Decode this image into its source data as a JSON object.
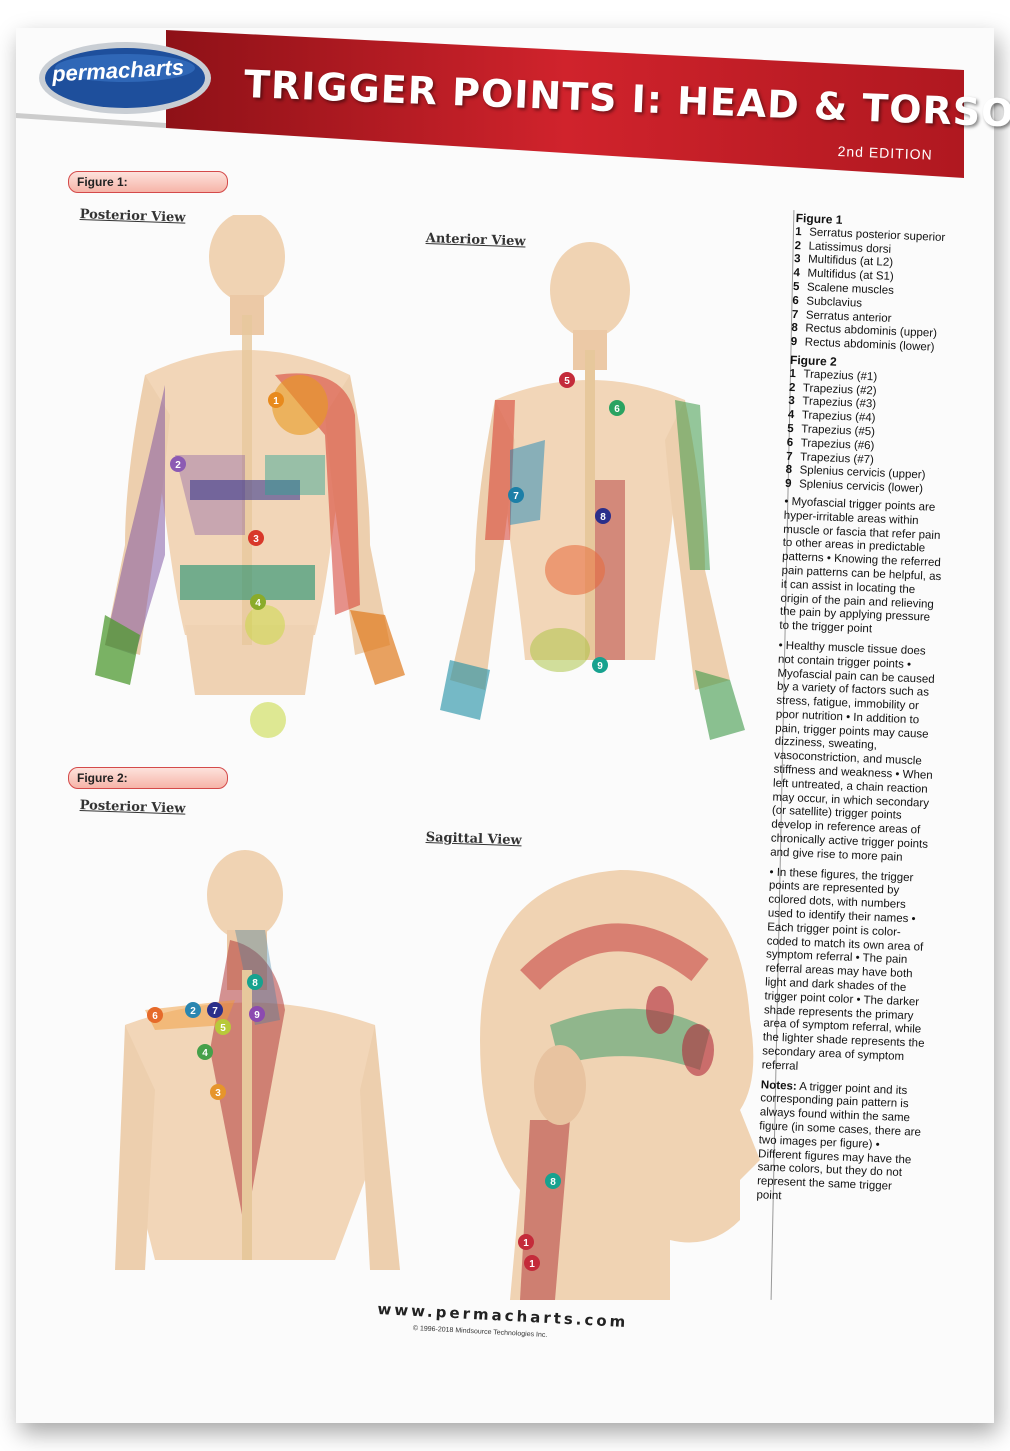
{
  "brand": {
    "logo": "permacharts"
  },
  "header": {
    "title": "TRIGGER POINTS I: HEAD & TORSO",
    "edition": "2nd EDITION"
  },
  "figure1": {
    "label": "Figure 1:",
    "posterior_view": "Posterior View",
    "anterior_view": "Anterior View",
    "posterior_points": [
      "1",
      "2",
      "3",
      "4"
    ],
    "anterior_points": [
      "5",
      "6",
      "7",
      "8",
      "9"
    ]
  },
  "figure2": {
    "label": "Figure 2:",
    "posterior_view": "Posterior View",
    "sagittal_view": "Sagittal View",
    "posterior_points": [
      "2",
      "3",
      "4",
      "5",
      "6",
      "7",
      "8",
      "9"
    ],
    "sagittal_points": [
      "8",
      "1",
      "1"
    ]
  },
  "sidebar": {
    "figure1_title": "Figure 1",
    "figure1_items": [
      {
        "num": "1",
        "name": "Serratus posterior superior"
      },
      {
        "num": "2",
        "name": "Latissimus dorsi"
      },
      {
        "num": "3",
        "name": "Multifidus (at L2)"
      },
      {
        "num": "4",
        "name": "Multifidus (at S1)"
      },
      {
        "num": "5",
        "name": "Scalene muscles"
      },
      {
        "num": "6",
        "name": "Subclavius"
      },
      {
        "num": "7",
        "name": "Serratus anterior"
      },
      {
        "num": "8",
        "name": "Rectus abdominis (upper)"
      },
      {
        "num": "9",
        "name": "Rectus abdominis (lower)"
      }
    ],
    "figure2_title": "Figure 2",
    "figure2_items": [
      {
        "num": "1",
        "name": "Trapezius (#1)"
      },
      {
        "num": "2",
        "name": "Trapezius (#2)"
      },
      {
        "num": "3",
        "name": "Trapezius (#3)"
      },
      {
        "num": "4",
        "name": "Trapezius (#4)"
      },
      {
        "num": "5",
        "name": "Trapezius (#5)"
      },
      {
        "num": "6",
        "name": "Trapezius (#6)"
      },
      {
        "num": "7",
        "name": "Trapezius (#7)"
      },
      {
        "num": "8",
        "name": "Splenius cervicis (upper)"
      },
      {
        "num": "9",
        "name": "Splenius cervicis (lower)"
      }
    ],
    "notes": [
      "• Myofascial trigger points are hyper-irritable areas within muscle or fascia that refer pain to other areas in predictable patterns • Knowing the referred pain patterns can be helpful, as it can assist in locating the origin of the pain and relieving the pain by applying pressure to the trigger point",
      "• Healthy muscle tissue does not contain trigger points • Myofascial pain can be caused by a variety of factors such as stress, fatigue, immobility or poor nutrition • In addition to pain, trigger points may cause dizziness, sweating, vasoconstriction, and muscle stiffness and weakness • When left untreated, a chain reaction may occur, in which secondary (or satellite) trigger points develop in reference areas of chronically active trigger points and give rise to more pain",
      "• In these figures, the trigger points are represented by colored dots, with numbers used to identify their names • Each trigger point is color-coded to match its own area of symptom referral • The pain referral areas may have both light and dark shades of the trigger point color • The darker shade represents the primary area of symptom referral, while the lighter shade represents the secondary area of symptom referral"
    ],
    "notes_heading": "Notes:",
    "notes_last": " A trigger point and its corresponding pain pattern is always found within the same figure (in some cases, there are two images per figure) • Different figures may have the same colors, but they do not represent the same trigger point"
  },
  "footer": {
    "url": "www.permacharts.com",
    "copyright": "© 1996-2018 Mindsource Technologies Inc."
  },
  "colors": {
    "banner": "#c8202a",
    "accent": "#d44a4a"
  }
}
